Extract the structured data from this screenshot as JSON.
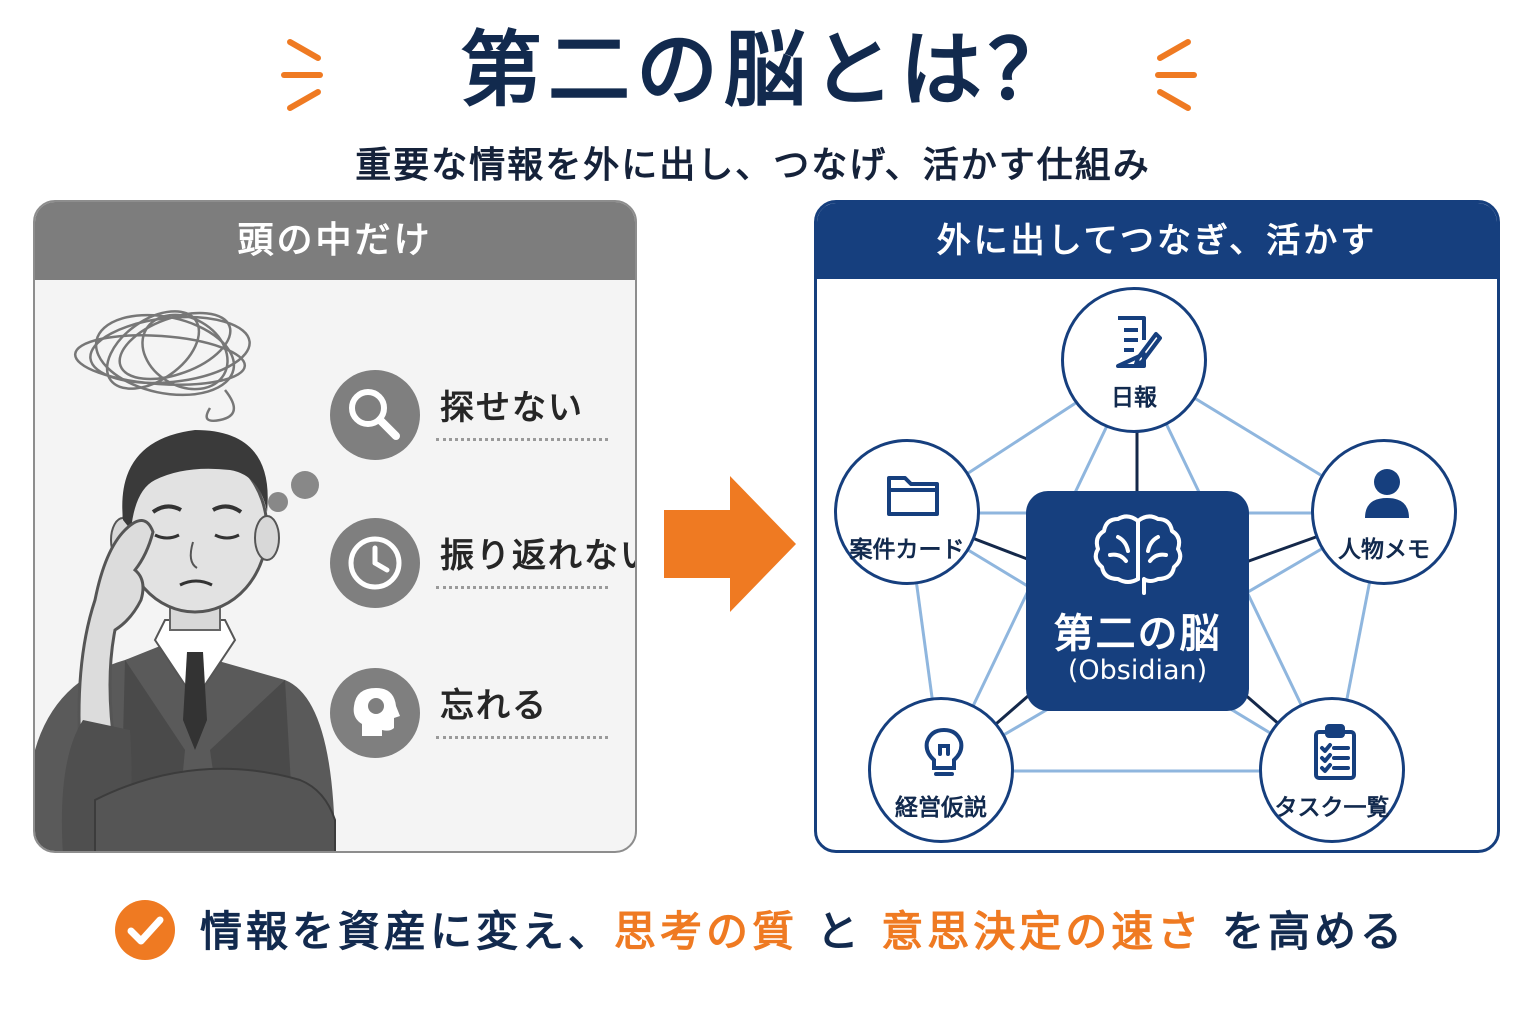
{
  "header": {
    "title": "第二の脳とは？",
    "subtitle": "重要な情報を外に出し、つなげ、活かす仕組み"
  },
  "left_panel": {
    "title": "頭の中だけ",
    "problems": [
      {
        "icon": "magnifier-icon",
        "label": "探せない"
      },
      {
        "icon": "clock-icon",
        "label": "振り返れない"
      },
      {
        "icon": "head-icon",
        "label": "忘れる"
      }
    ]
  },
  "right_panel": {
    "title": "外に出してつなぎ、活かす",
    "center": {
      "title": "第二の脳",
      "subtitle": "(Obsidian)",
      "icon": "brain-icon"
    },
    "nodes": [
      {
        "label": "日報",
        "icon": "document-pen-icon"
      },
      {
        "label": "人物メモ",
        "icon": "person-icon"
      },
      {
        "label": "タスク一覧",
        "icon": "clipboard-checklist-icon"
      },
      {
        "label": "経営仮説",
        "icon": "lightbulb-icon"
      },
      {
        "label": "案件カード",
        "icon": "folder-icon"
      }
    ]
  },
  "bottom": {
    "part1": "情報を資産に変え、",
    "highlight1": "思考の質",
    "part2": "と",
    "highlight2": "意思決定の速さ",
    "part3": "を高める"
  },
  "colors": {
    "navy": "#163f7e",
    "orange": "#ef7a22",
    "gray": "#7d7d7d",
    "line_light": "#8fb6de"
  }
}
